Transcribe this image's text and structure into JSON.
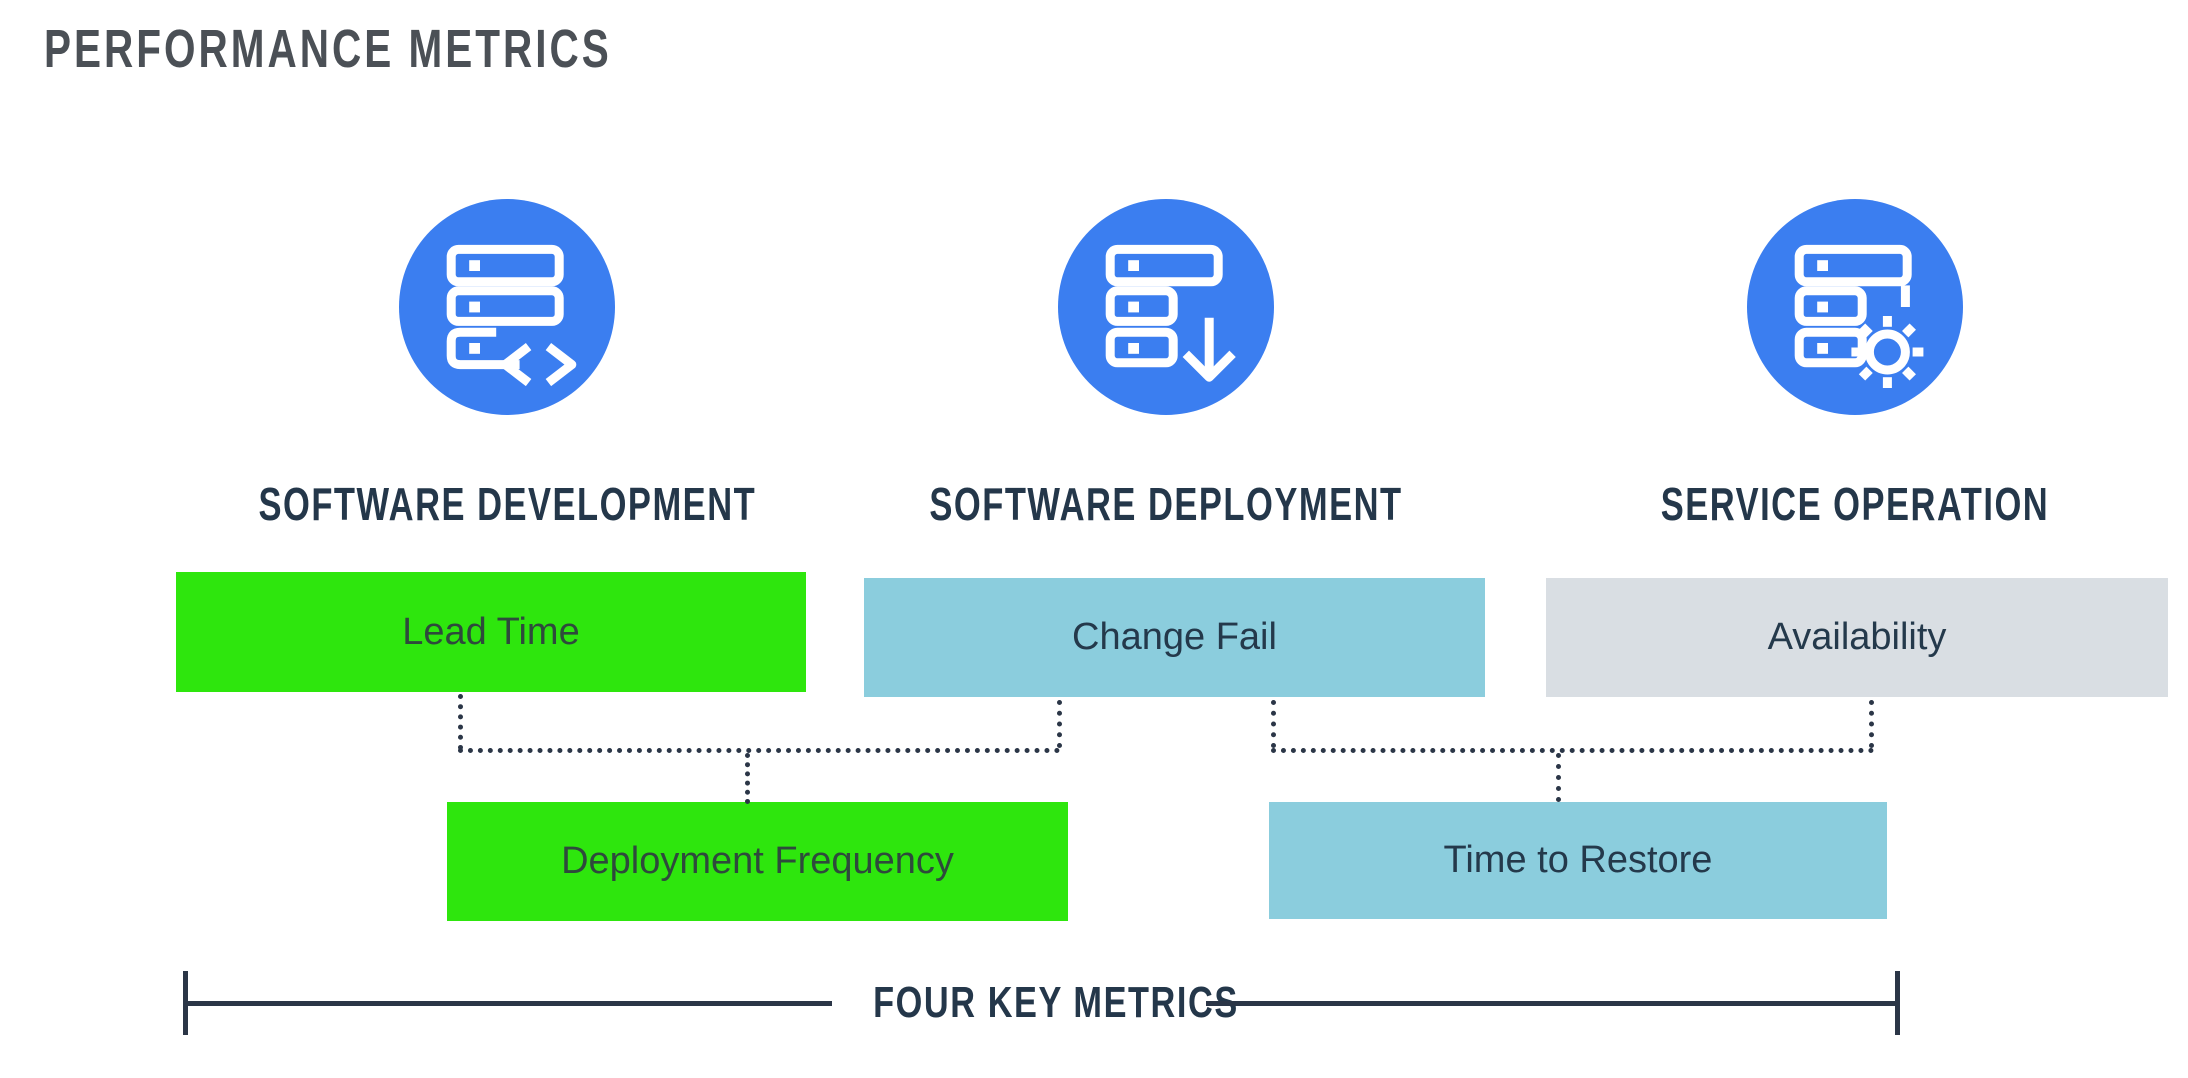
{
  "title": "PERFORMANCE METRICS",
  "columns": [
    {
      "heading": "SOFTWARE DEVELOPMENT",
      "icon": "server-code-icon"
    },
    {
      "heading": "SOFTWARE DEPLOYMENT",
      "icon": "server-download-icon"
    },
    {
      "heading": "SERVICE OPERATION",
      "icon": "server-gear-icon"
    }
  ],
  "bars": {
    "lead_time": {
      "label": "Lead Time",
      "color": "#2ee60d",
      "label_color": "#2e4a3c"
    },
    "change_fail": {
      "label": "Change Fail",
      "color": "#8bcddd",
      "label_color": "#24394b"
    },
    "availability": {
      "label": "Availability",
      "color": "#d9dee3",
      "label_color": "#24394b"
    },
    "deployment_frequency": {
      "label": "Deployment Frequency",
      "color": "#2ee60d",
      "label_color": "#2e4a3c"
    },
    "time_to_restore": {
      "label": "Time to Restore",
      "color": "#8bcddd",
      "label_color": "#24394b"
    }
  },
  "footer": {
    "label": "FOUR KEY METRICS"
  },
  "colors": {
    "icon_circle": "#3b7ef0",
    "icon_glyph": "#ffffff",
    "heading_text": "#24374a",
    "title_text": "#4b5056",
    "connector": "#2b3647"
  }
}
